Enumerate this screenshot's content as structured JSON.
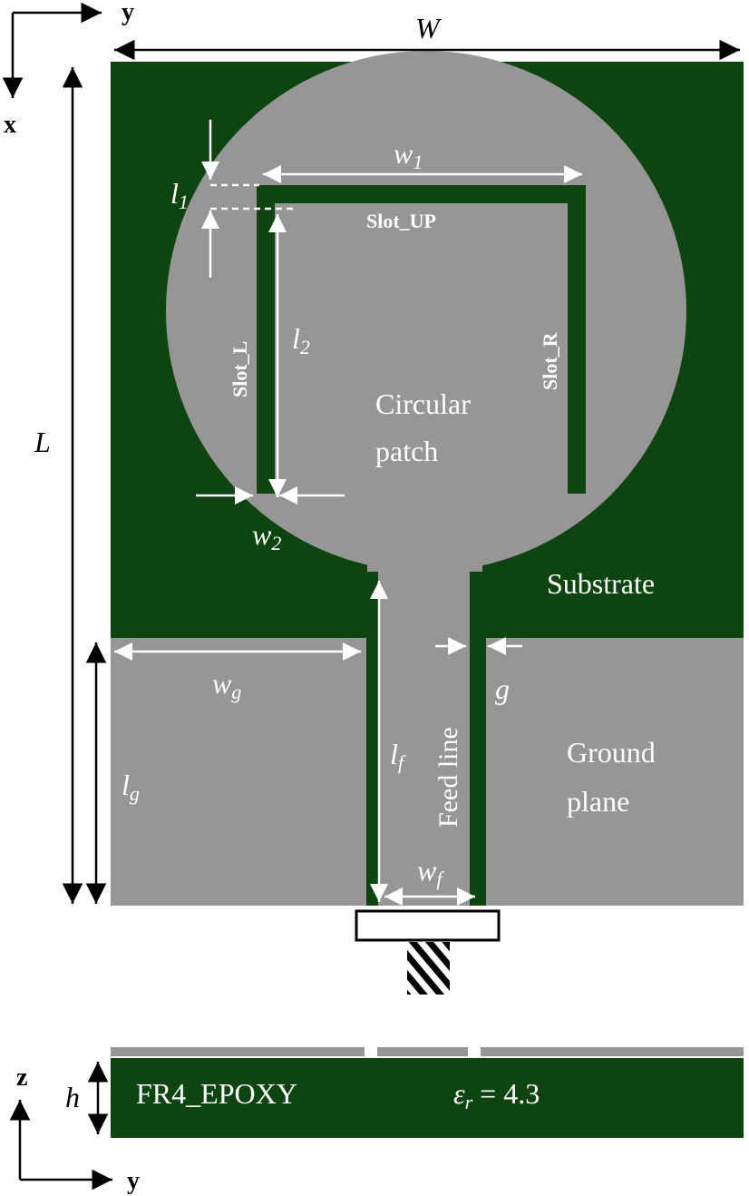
{
  "colors": {
    "substrate": "#0d4410",
    "metal": "#969696",
    "slot": "#0d4410",
    "arrow_white": "#ffffff",
    "arrow_black": "#000000"
  },
  "axes_top": {
    "y": "y",
    "x": "x"
  },
  "axes_bottom": {
    "z": "z",
    "y": "y"
  },
  "dims": {
    "W": "W",
    "L": "L",
    "w1": {
      "base": "w",
      "sub": "1"
    },
    "l1": {
      "base": "l",
      "sub": "1"
    },
    "l2": {
      "base": "l",
      "sub": "2"
    },
    "w2": {
      "base": "w",
      "sub": "2"
    },
    "wg": {
      "base": "w",
      "sub": "g"
    },
    "lg": {
      "base": "l",
      "sub": "g"
    },
    "lf": {
      "base": "l",
      "sub": "f"
    },
    "wf": {
      "base": "w",
      "sub": "f"
    },
    "g": "g",
    "h": "h"
  },
  "labels": {
    "slot_up": "Slot_UP",
    "slot_l": "Slot_L",
    "slot_r": "Slot_R",
    "patch_line1": "Circular",
    "patch_line2": "patch",
    "substrate": "Substrate",
    "feed_line": "Feed line",
    "ground_line1": "Ground",
    "ground_line2": "plane",
    "material": "FR4_EPOXY",
    "epsilon_symbol": "ε",
    "epsilon_sub": "r",
    "epsilon_value": " = 4.3"
  }
}
